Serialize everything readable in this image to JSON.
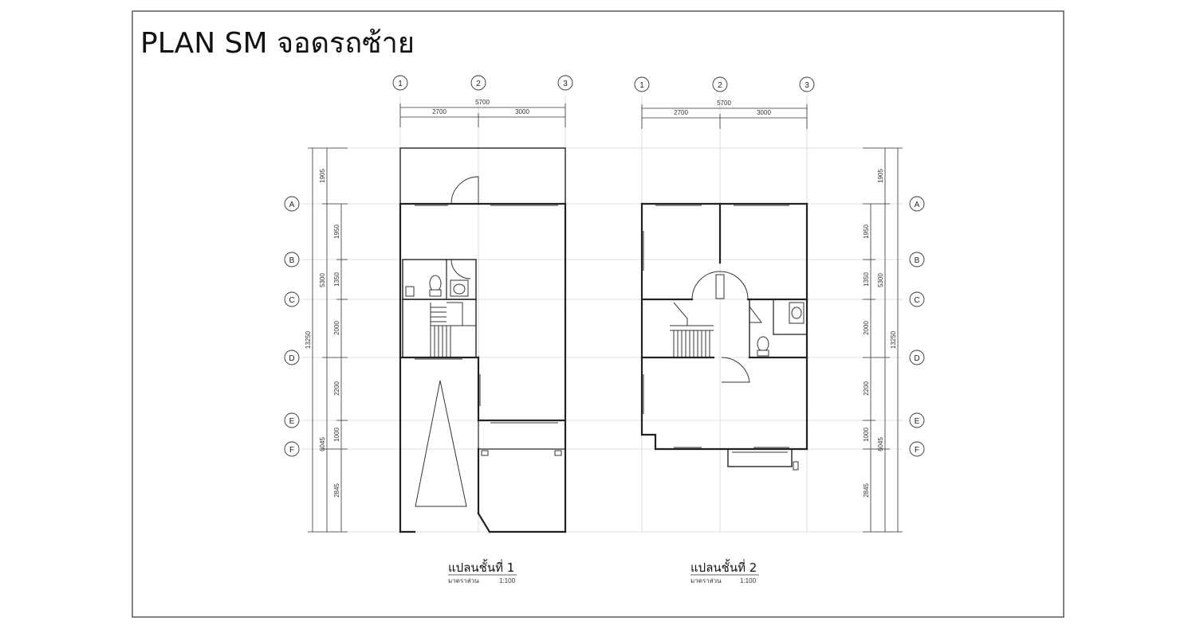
{
  "sheet_title": "PLAN SM จอดรถซ้าย",
  "plans": [
    {
      "caption": "แปลนชั้นที่ 1",
      "scale_label": "มาตราส่วน",
      "scale_value": "1:100",
      "col_labels": [
        "1",
        "2",
        "3"
      ],
      "col_total": "5700",
      "col_dims": [
        "2700",
        "3000"
      ]
    },
    {
      "caption": "แปลนชั้นที่ 2",
      "scale_label": "มาตราส่วน",
      "scale_value": "1:100",
      "col_labels": [
        "1",
        "2",
        "3"
      ],
      "col_total": "5700",
      "col_dims": [
        "2700",
        "3000"
      ]
    }
  ],
  "row_labels": [
    "A",
    "B",
    "C",
    "D",
    "E",
    "F"
  ],
  "left_dims": {
    "total": "13250",
    "groups": [
      "1905",
      "5300",
      "6045"
    ],
    "rows": [
      "1950",
      "1350",
      "2000",
      "2200",
      "1000",
      "2845"
    ]
  },
  "right_dims": {
    "total": "13250",
    "groups": [
      "1905",
      "5300",
      "6045"
    ],
    "rows": [
      "1950",
      "1350",
      "2000",
      "2200",
      "1000",
      "2845"
    ]
  }
}
